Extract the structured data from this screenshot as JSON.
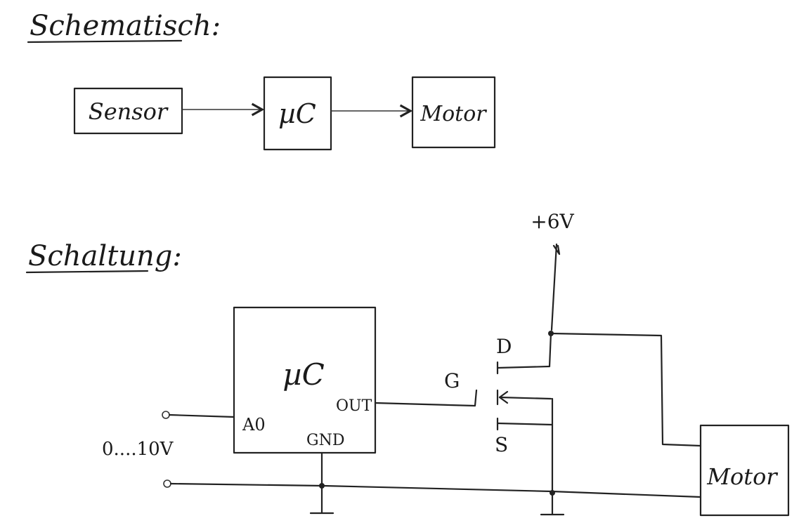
{
  "headings": {
    "schematic": "Schematisch:",
    "circuit": "Schaltung:"
  },
  "block_diagram": {
    "sensor": "Sensor",
    "controller": "µC",
    "motor": "Motor"
  },
  "circuit": {
    "supply": "+6V",
    "mcu_label": "µC",
    "mcu_input_pin": "A0",
    "mcu_output_pin": "OUT",
    "mcu_ground_pin": "GND",
    "input_range": "0....10V",
    "mosfet_gate": "G",
    "mosfet_drain": "D",
    "mosfet_source": "S",
    "motor": "Motor"
  },
  "colors": {
    "ink": "#222222",
    "paper": "#ffffff"
  }
}
